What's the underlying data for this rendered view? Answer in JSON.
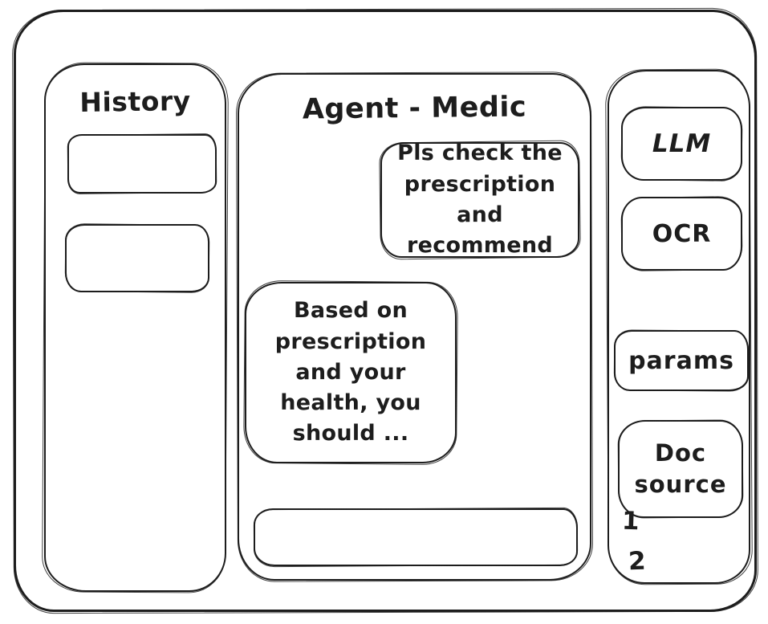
{
  "app": {
    "stroke_color": "#1d1d1d",
    "background_color": "#ffffff"
  },
  "history_panel": {
    "title": "History"
  },
  "chat_panel": {
    "title": "Agent - Medic",
    "messages": [
      {
        "role": "user",
        "text": "Pls check the prescription and recommend"
      },
      {
        "role": "agent",
        "text": "Based on prescription and your health, you should ..."
      }
    ],
    "input_value": ""
  },
  "tools_panel": {
    "tool_buttons": [
      {
        "label": "LLM"
      },
      {
        "label": "OCR"
      },
      {
        "label": "params"
      },
      {
        "label": "Doc source"
      }
    ],
    "doc_items": [
      {
        "label": "1"
      },
      {
        "label": "2"
      }
    ]
  }
}
